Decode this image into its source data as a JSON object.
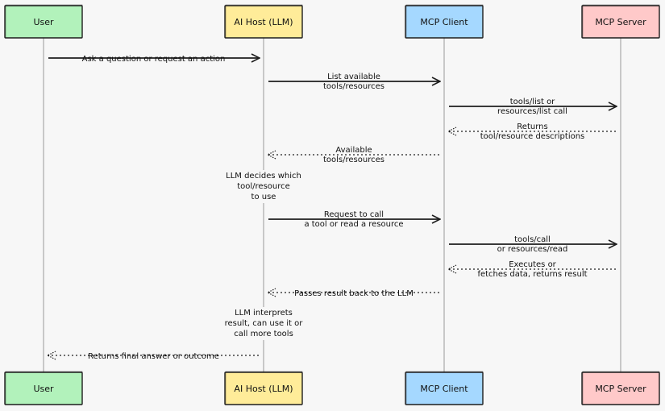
{
  "actors": [
    {
      "id": "user",
      "label": "User",
      "fill": "#b2f2bb",
      "stroke": "#1e1e1e"
    },
    {
      "id": "host",
      "label": "AI Host (LLM)",
      "fill": "#ffec99",
      "stroke": "#1e1e1e"
    },
    {
      "id": "client",
      "label": "MCP Client",
      "fill": "#a5d8ff",
      "stroke": "#1e1e1e"
    },
    {
      "id": "server",
      "label": "MCP Server",
      "fill": "#ffc9c9",
      "stroke": "#1e1e1e"
    }
  ],
  "messages": [
    {
      "from": "user",
      "to": "host",
      "style": "solid",
      "lines": [
        "Ask a question or request an action"
      ]
    },
    {
      "from": "host",
      "to": "client",
      "style": "solid",
      "lines": [
        "List available",
        "tools/resources"
      ]
    },
    {
      "from": "client",
      "to": "server",
      "style": "solid",
      "lines": [
        "tools/list or",
        "resources/list call"
      ]
    },
    {
      "from": "server",
      "to": "client",
      "style": "dotted",
      "lines": [
        "Returns",
        "tool/resource descriptions"
      ]
    },
    {
      "from": "client",
      "to": "host",
      "style": "dotted",
      "lines": [
        "Available",
        "tools/resources"
      ]
    },
    {
      "from": "host",
      "to": "client",
      "style": "solid",
      "lines": [
        "Request to call",
        "a tool or read a resource"
      ]
    },
    {
      "from": "client",
      "to": "server",
      "style": "solid",
      "lines": [
        "tools/call",
        "or resources/read"
      ]
    },
    {
      "from": "server",
      "to": "client",
      "style": "dotted",
      "lines": [
        "Executes or",
        "fetches data, returns result"
      ]
    },
    {
      "from": "client",
      "to": "host",
      "style": "dotted",
      "lines": [
        "Passes result back to the LLM"
      ]
    },
    {
      "from": "host",
      "to": "user",
      "style": "dotted",
      "lines": [
        "Returns final answer or outcome"
      ]
    }
  ],
  "notes": [
    {
      "over": "host",
      "lines": [
        "LLM decides which",
        "tool/resource",
        "to use"
      ]
    },
    {
      "over": "host",
      "lines": [
        "LLM interprets",
        "result, can use it or",
        "call more tools"
      ]
    }
  ]
}
